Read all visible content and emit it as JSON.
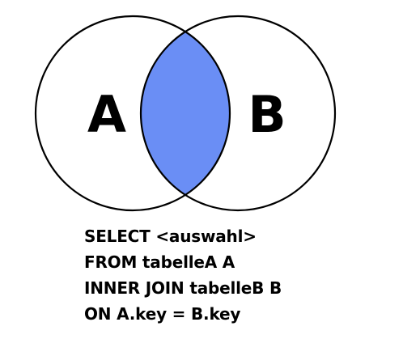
{
  "venn": {
    "set_a_label": "A",
    "set_b_label": "B",
    "highlighted_region": "intersection",
    "colors": {
      "intersection_fill": "#6A8EF5",
      "outline": "#000000",
      "background": "#FFFFFF"
    }
  },
  "sql": {
    "lines": [
      "SELECT <auswahl>",
      "FROM tabelleA A",
      "INNER JOIN tabelleB B",
      "ON A.key = B.key"
    ]
  }
}
